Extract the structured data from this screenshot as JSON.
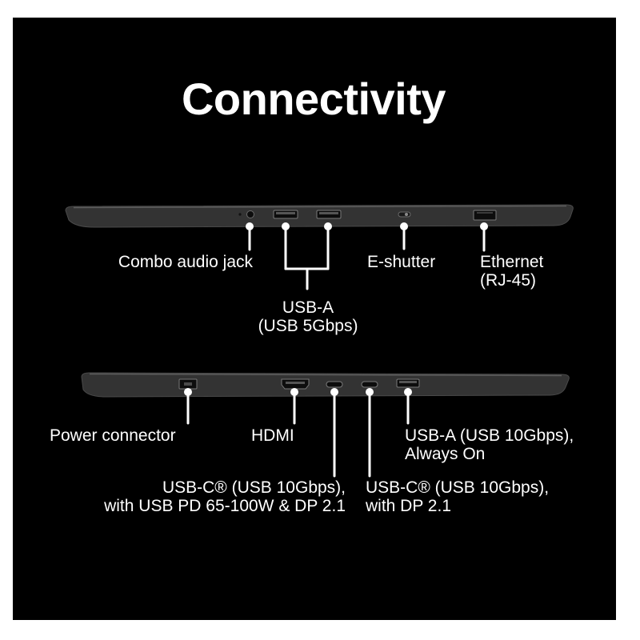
{
  "title": "Connectivity",
  "top_edge": {
    "combo_audio_jack": {
      "line1": "Combo audio jack"
    },
    "usb_a": {
      "line1": "USB-A",
      "line2": "(USB 5Gbps)"
    },
    "e_shutter": {
      "line1": "E-shutter"
    },
    "ethernet": {
      "line1": "Ethernet",
      "line2": "(RJ-45)"
    }
  },
  "bottom_edge": {
    "power_connector": {
      "line1": "Power connector"
    },
    "hdmi": {
      "line1": "HDMI"
    },
    "usb_a_always_on": {
      "line1": "USB-A (USB 10Gbps),",
      "line2": "Always On"
    },
    "usb_c_pd": {
      "line1": "USB-C® (USB 10Gbps),",
      "line2": "with USB PD 65-100W & DP 2.1"
    },
    "usb_c_dp": {
      "line1": "USB-C® (USB 10Gbps),",
      "line2": "with DP 2.1"
    }
  },
  "colors": {
    "frame": "#ffffff",
    "background": "#000000",
    "text": "#ffffff",
    "leader": "#ffffff",
    "chassis": "#333333",
    "port": "#0d0d0d"
  }
}
